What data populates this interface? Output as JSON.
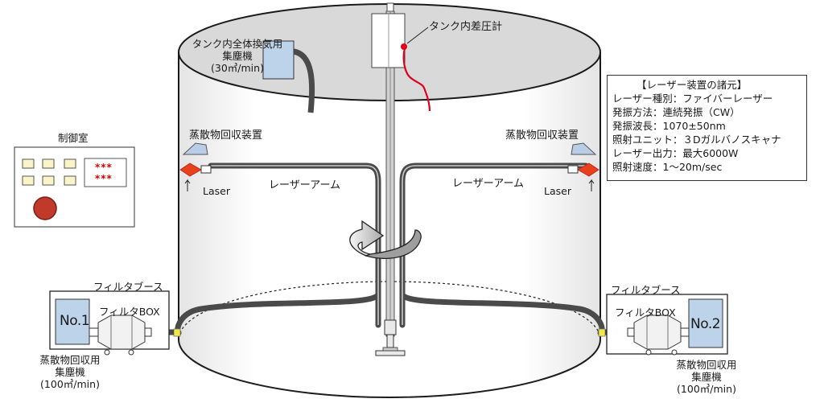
{
  "tank": {
    "ventilator": [
      "タンク内全体換気用",
      "集塵機",
      "(30㎥/min)"
    ],
    "pressure_gauge": "タンク内差圧計",
    "rotation_icon": "rotate-arrow-icon"
  },
  "control_room": {
    "title": "制御室",
    "display_lines": [
      "***",
      "***"
    ]
  },
  "arms": {
    "left_recovery": "蒸散物回収装置",
    "right_recovery": "蒸散物回収装置",
    "left_arm": "レーザーアーム",
    "right_arm": "レーザーアーム",
    "left_laser": "Laser",
    "right_laser": "Laser"
  },
  "left_booth": {
    "booth_title": "フィルタブース",
    "box_label": "フィルタBOX",
    "unit": "No.1",
    "collector": [
      "蒸散物回収用",
      "集塵機",
      "(100㎥/min)"
    ]
  },
  "right_booth": {
    "booth_title": "フィルタブース",
    "box_label": "フィルタBOX",
    "unit": "No.2",
    "collector": [
      "蒸散物回収用",
      "集塵機",
      "(100㎥/min)"
    ]
  },
  "specs": {
    "title": "【レーザー装置の諸元】",
    "lines": [
      "レーザー種別：ファイバーレーザー",
      "発振方法：連続発振（CW）",
      "発振波長：1070±50nm",
      "照射ユニット：３Dガルバノスキャナ",
      "レーザー出力：最大6000W",
      "照射速度：1～20m/sec"
    ]
  },
  "colors": {
    "pipe": "#4a4a4a",
    "tank_top": "#d9d9d9",
    "unit_blue": "#bcd3ea",
    "gauge_wire": "#e0001b",
    "laser_head": "#e8401a",
    "coupler": "#f4e64a",
    "recovery_hood": "#b9cde6",
    "control_button": "#c0392b"
  }
}
